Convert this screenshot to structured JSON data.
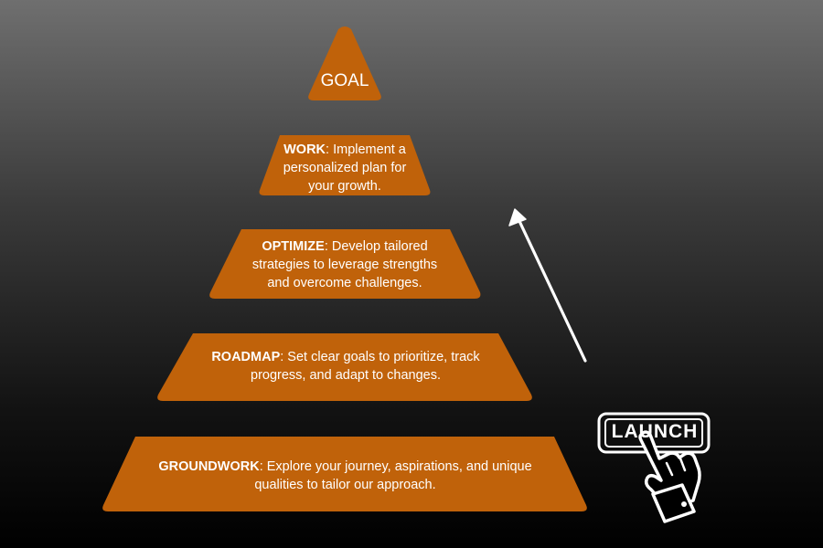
{
  "colors": {
    "tier_fill": "#c0620a",
    "text": "#ffffff",
    "arrow": "#ffffff"
  },
  "goal": {
    "label": "GOAL"
  },
  "tiers": [
    {
      "title": "WORK",
      "text": ": Implement a personalized plan for your growth."
    },
    {
      "title": "OPTIMIZE",
      "text": ": Develop tailored strategies to leverage strengths and overcome challenges."
    },
    {
      "title": "ROADMAP",
      "text": ": Set clear goals to prioritize, track progress, and adapt to changes."
    },
    {
      "title": "GROUNDWORK",
      "text": ": Explore your journey, aspirations, and unique qualities to tailor our approach."
    }
  ],
  "launch": {
    "label": "LAUNCH",
    "icons": [
      "up-arrow-icon",
      "pointing-hand-icon"
    ]
  }
}
